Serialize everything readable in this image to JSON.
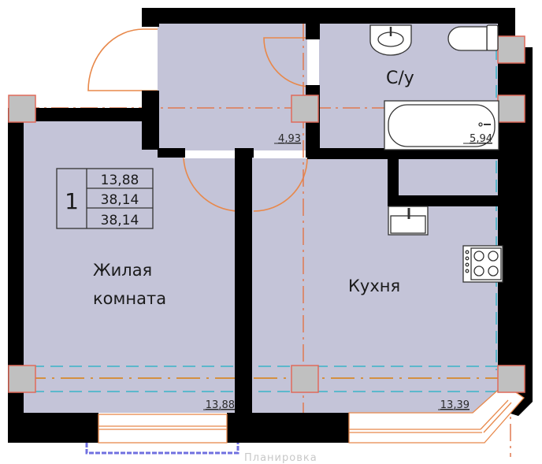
{
  "plan": {
    "footer_label": "Планировка",
    "colors": {
      "room_fill": "#c4c4d8",
      "wall": "#000000",
      "door_arc": "#e8884a",
      "axis_orange": "#e07a50",
      "axis_cyan": "#3ab4c8",
      "column_fill": "#c0c0c0",
      "column_border": "#e06a5a",
      "balcony_frame": "#7070e0"
    },
    "rooms": [
      {
        "id": "living",
        "label_line1": "Жилая",
        "label_line2": "комната",
        "area": "13,88"
      },
      {
        "id": "kitchen",
        "label": "Кухня",
        "area": "13,39"
      },
      {
        "id": "bathroom",
        "label": "С/у",
        "area": "5,94"
      },
      {
        "id": "hallway",
        "label": "",
        "area": "4,93"
      }
    ],
    "summary_table": {
      "rooms_count": "1",
      "living_area": "13,88",
      "total_area": "38,14",
      "total_area_with_balcony": "38,14"
    },
    "fixtures": [
      "washbasin-icon",
      "toilet-icon",
      "bathtub-icon",
      "kitchen-sink-icon",
      "stove-icon"
    ]
  }
}
